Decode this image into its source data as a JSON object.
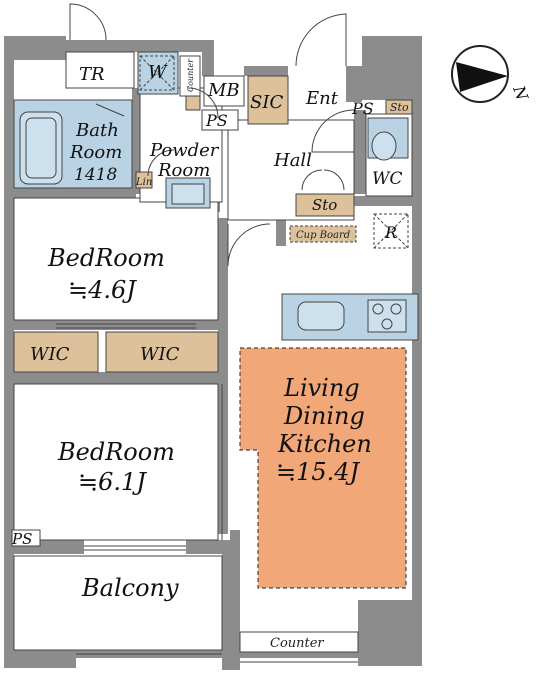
{
  "colors": {
    "wall": "#8c8c8c",
    "wet": "#b9d3e4",
    "storage": "#dcc19a",
    "ldk": "#f1a777",
    "line": "#444444"
  },
  "compass": {
    "label": "N",
    "icon": "north-arrow-icon"
  },
  "rooms": {
    "tr": "TR",
    "w": "W",
    "counter_small": "Counter",
    "mb": "MB",
    "sic": "SIC",
    "ent": "Ent",
    "ps_top": "PS",
    "sto_top": "Sto",
    "bath_1": "Bath",
    "bath_2": "Room",
    "bath_3": "1418",
    "powder_1": "Powder",
    "powder_2": "Room",
    "ps_mid": "PS",
    "lin": "Lin",
    "hall": "Hall",
    "wc": "WC",
    "sto_hall": "Sto",
    "cupboard": "Cup Board",
    "r": "R",
    "bed1_name": "BedRoom",
    "bed1_size": "≒4.6J",
    "wic1": "WIC",
    "wic2": "WIC",
    "ldk_1": "Living",
    "ldk_2": "Dining",
    "ldk_3": "Kitchen",
    "ldk_4": "≒15.4J",
    "bed2_name": "BedRoom",
    "bed2_size": "≒6.1J",
    "ps_bottom": "PS",
    "balcony": "Balcony",
    "counter_bottom": "Counter"
  }
}
